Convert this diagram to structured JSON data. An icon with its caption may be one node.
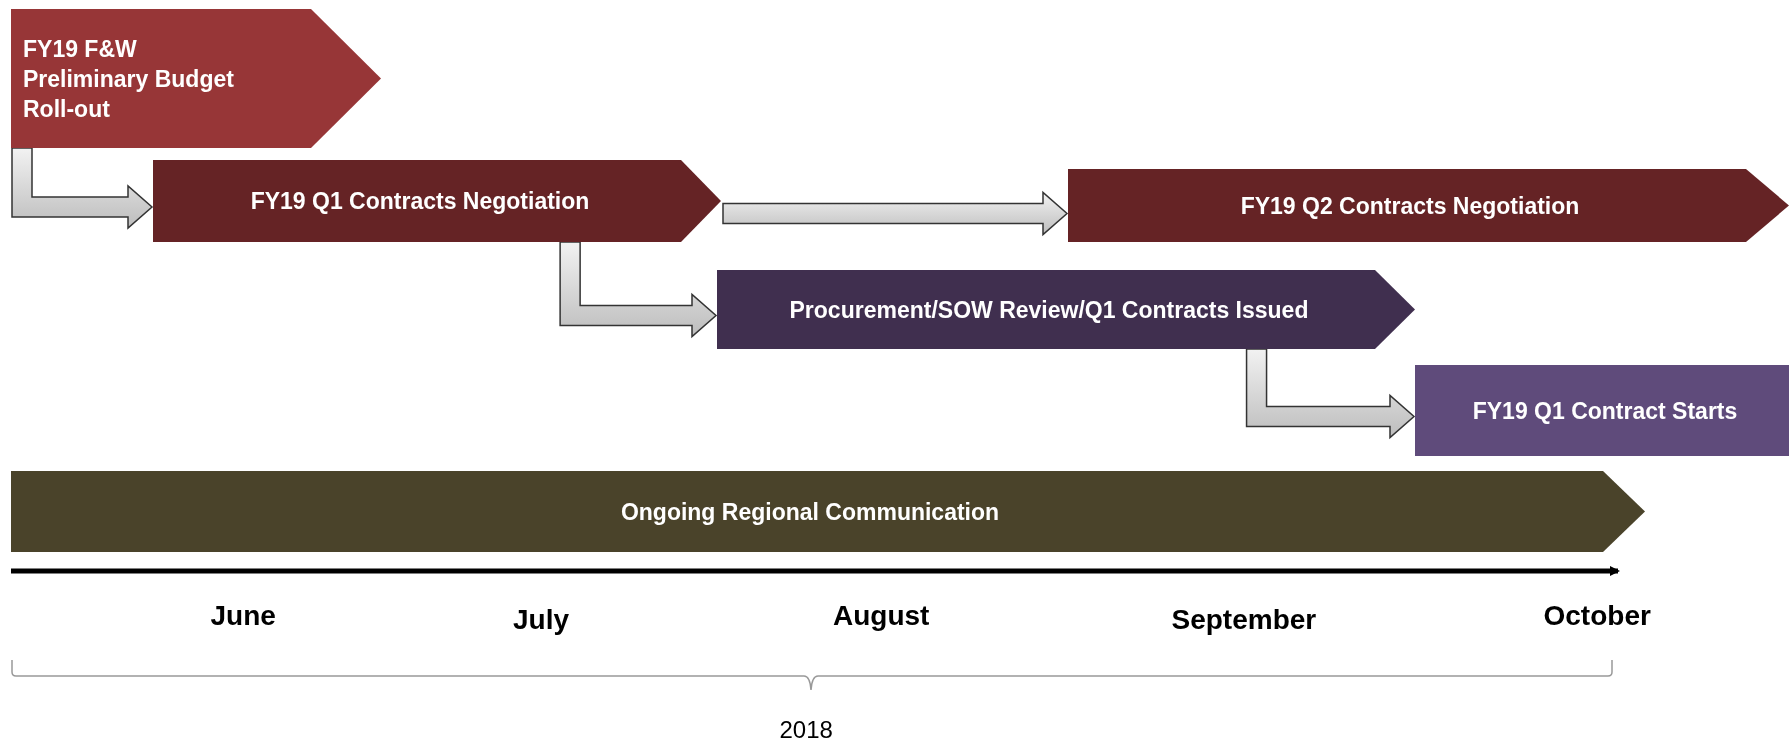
{
  "diagram": {
    "nodes": [
      {
        "text": [
          "FY19 F&W Preliminary Budget Roll-out"
        ]
      },
      {
        "text": [
          "FY19 Q1 Contracts Negotiation"
        ]
      },
      {
        "text": [
          "FY19 Q2 Contracts Negotiation"
        ]
      },
      {
        "text": [
          "Procurement/SOW Review/Q1 Contracts Issued"
        ]
      },
      {
        "text": [
          "FY19 Q1 Contract Starts"
        ]
      },
      {
        "text": [
          "Ongoing Regional Communication"
        ]
      }
    ],
    "edges": [
      {
        "from": 0,
        "to": 1,
        "arrow": "to"
      },
      {
        "from": 1,
        "to": 2,
        "arrow": "to"
      },
      {
        "from": 1,
        "to": 3,
        "arrow": "to"
      },
      {
        "from": 3,
        "to": 4,
        "arrow": "to"
      }
    ],
    "labels": [
      "June",
      "July",
      "August",
      "September",
      "October",
      "2018"
    ]
  }
}
